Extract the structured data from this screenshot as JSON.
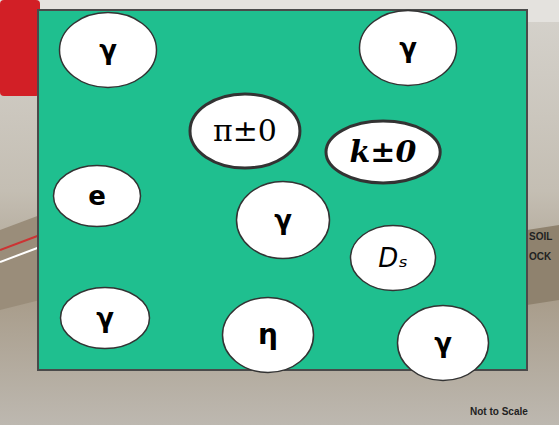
{
  "diagram": {
    "nodes": [
      {
        "text": [
          "γ"
        ]
      },
      {
        "text": [
          "γ"
        ]
      },
      {
        "text": [
          "π±0"
        ]
      },
      {
        "text": [
          "k±0"
        ]
      },
      {
        "text": [
          "e"
        ]
      },
      {
        "text": [
          "γ"
        ]
      },
      {
        "text": [
          "Dₛ"
        ]
      },
      {
        "text": [
          "γ"
        ]
      },
      {
        "text": [
          "η"
        ]
      },
      {
        "text": [
          "γ"
        ]
      }
    ],
    "labels": [
      "Not to Scale",
      "SOIL",
      "OCK"
    ]
  }
}
